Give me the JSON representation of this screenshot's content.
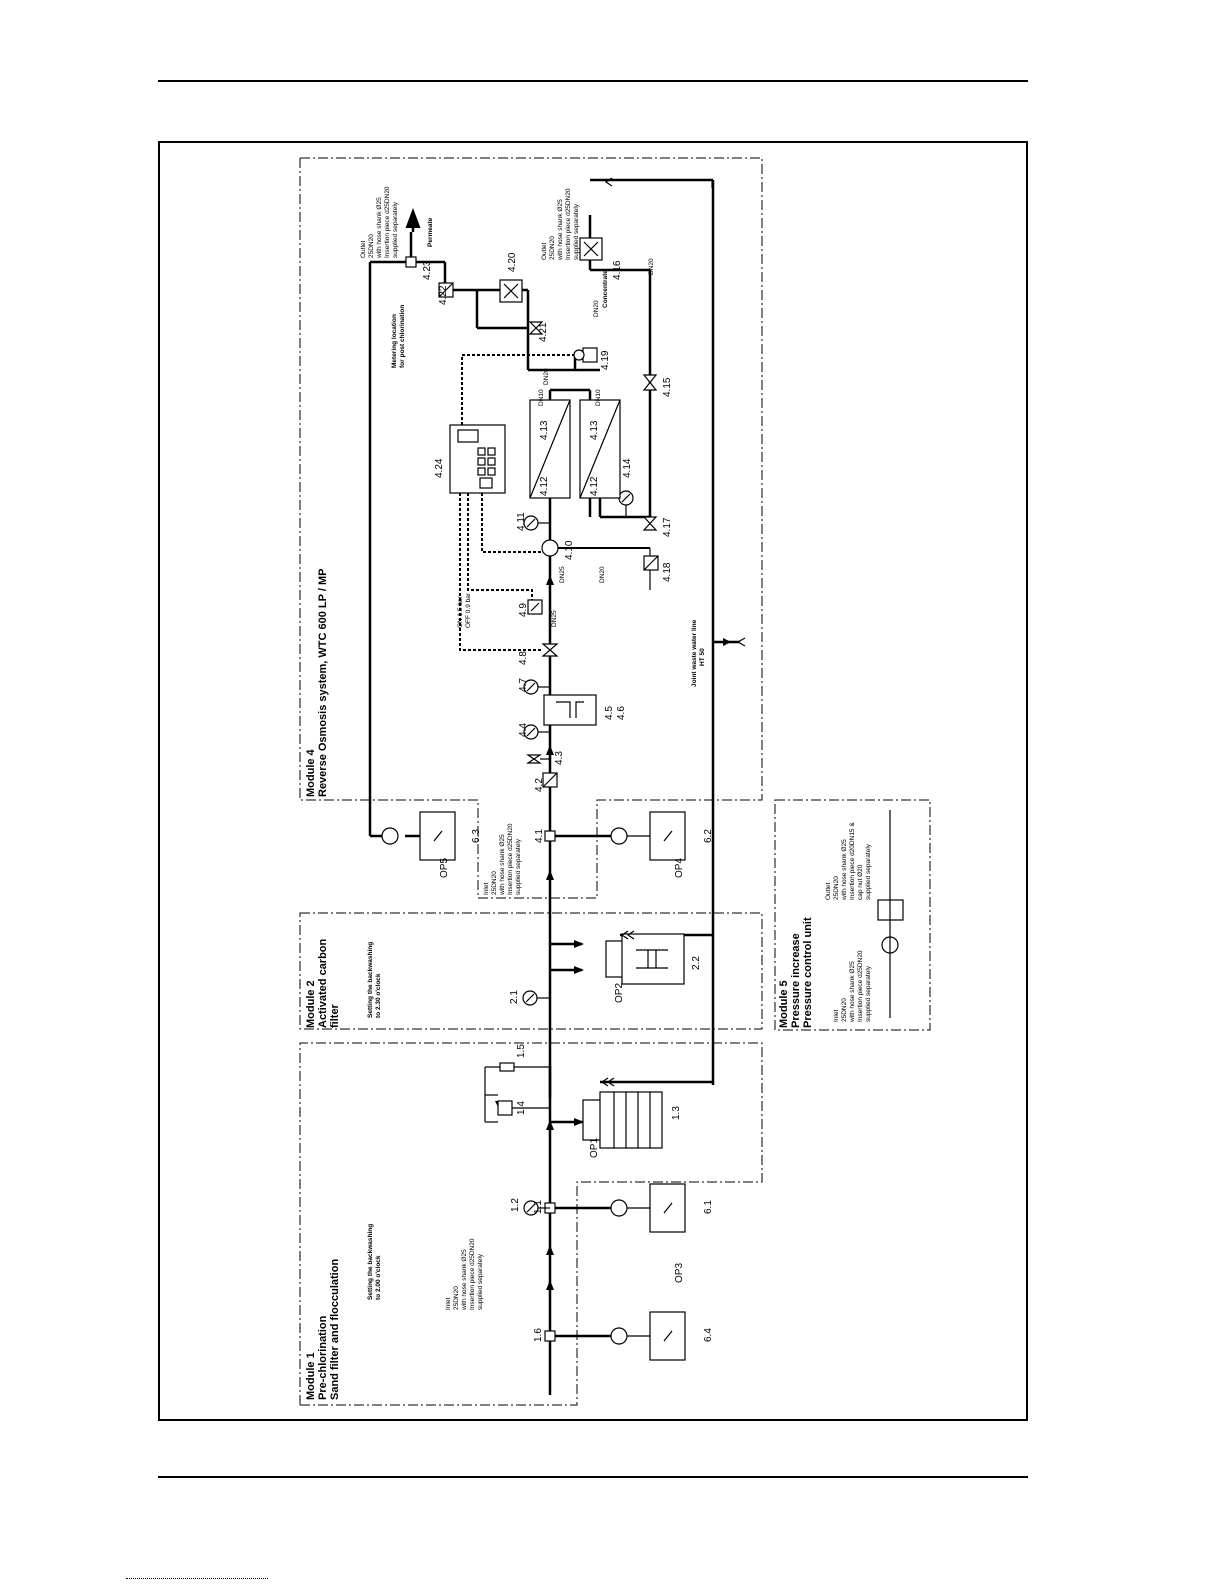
{
  "modules": {
    "m1": {
      "title": "Module 1",
      "l1": "Pre-chlorination",
      "l2": "Sand filter and flocculation",
      "note1": "Setting the backwashing",
      "note2": "to 2.00 o'clock"
    },
    "m2": {
      "title": "Module 2",
      "l1": "Activated carbon",
      "l2": "filter",
      "note1": "Setting the backwashing",
      "note2": "to 2.30 o'clock"
    },
    "m4": {
      "title": "Module 4",
      "l1": "Reverse Osmosis system, WTC 600 LP / MP"
    },
    "m5": {
      "title": "Module 5",
      "l1": "Pressure increase",
      "l2": "Pressure control unit"
    }
  },
  "notes": {
    "inlet1": [
      "Inlet",
      "25DN20",
      "with hose shank Ø25",
      "Insertion piece d25DN20",
      "supplied separately"
    ],
    "inlet4": [
      "Inlet",
      "25DN20",
      "with hose shank Ø25",
      "Insertion piece d25DN20",
      "supplied separately"
    ],
    "outlet423": [
      "Outlet",
      "25DN20",
      "with hose shank Ø25",
      "Insertion piece d25DN20",
      "supplied separately"
    ],
    "outlet416": [
      "Outlet",
      "25DN20",
      "with hose shank Ø25",
      "Insertion piece d25DN20",
      "supplied separately"
    ],
    "inlet5": [
      "Inlet",
      "25DN20",
      "with hose shank Ø25",
      "Insertion piece d25DN20",
      "supplied separately"
    ],
    "outlet5": [
      "Outlet",
      "25DN20",
      "with hose shank Ø25",
      "Insertion piece d20DN15 &",
      "cap nut Ø20",
      "supplied separately"
    ],
    "metering1": "Metering location",
    "metering2": "for post chlorination",
    "permeate": "Permeate",
    "concentrate": "Concentrate",
    "waste1": "Joint waste water line",
    "waste2": "HT 50",
    "switch_on": "ON  1.5 bar",
    "switch_off": "OFF 0.9 bar"
  },
  "components": {
    "c1_6": "1.6",
    "c1_1": "1.1",
    "c1_2": "1.2",
    "c1_3": "1.3",
    "c1_4": "1.4",
    "c1_5": "1.5",
    "c2_1": "2.1",
    "c2_2": "2.2",
    "c4_1": "4.1",
    "c4_2": "4.2",
    "c4_3": "4.3",
    "c4_4": "4.4",
    "c4_5": "4.5",
    "c4_6": "4.6",
    "c4_7": "4.7",
    "c4_8": "4.8",
    "c4_9": "4.9",
    "c4_10": "4.10",
    "c4_11": "4.11",
    "c4_12a": "4.12",
    "c4_12b": "4.12",
    "c4_13a": "4.13",
    "c4_13b": "4.13",
    "c4_14": "4.14",
    "c4_15": "4.15",
    "c4_16": "4.16",
    "c4_17": "4.17",
    "c4_18": "4.18",
    "c4_19": "4.19",
    "c4_20": "4.20",
    "c4_21": "4.21",
    "c4_22": "4.22",
    "c4_23": "4.23",
    "c4_24": "4.24",
    "c6_1": "6.1",
    "c6_2": "6.2",
    "c6_3": "6.3",
    "c6_4": "6.4",
    "op1": "OP1",
    "op2": "OP2",
    "op3": "OP3",
    "op4": "OP4",
    "op5": "OP5"
  },
  "pipes": {
    "dn20": "DN20",
    "dn25": "DN25",
    "dn10": "DN10"
  }
}
